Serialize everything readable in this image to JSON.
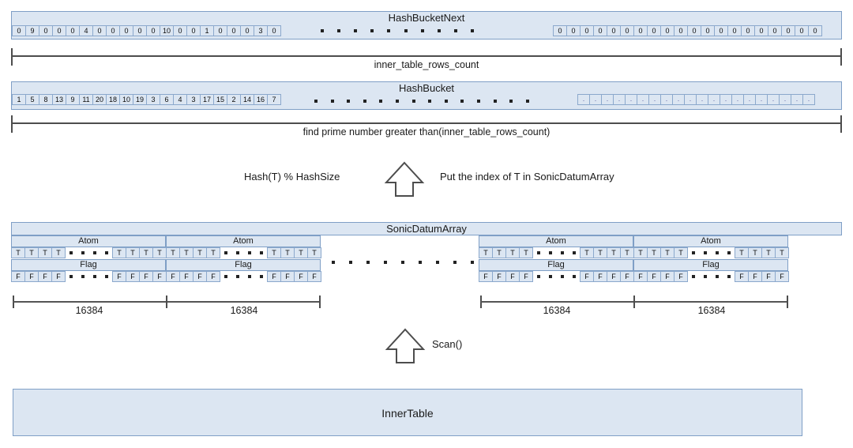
{
  "diagram": {
    "title": "SonicHash structure diagram",
    "accent_fill": "#dce6f2",
    "accent_border": "#7f9fc6",
    "line_color": "#4d4d4d"
  },
  "hash_bucket_next": {
    "label": "HashBucketNext",
    "left_values": [
      "0",
      "9",
      "0",
      "0",
      "0",
      "4",
      "0",
      "0",
      "0",
      "0",
      "0",
      "10",
      "0",
      "0",
      "1",
      "0",
      "0",
      "0",
      "3",
      "0"
    ],
    "right_values": [
      "0",
      "0",
      "0",
      "0",
      "0",
      "0",
      "0",
      "0",
      "0",
      "0",
      "0",
      "0",
      "0",
      "0",
      "0",
      "0",
      "0",
      "0",
      "0",
      "0"
    ],
    "gap_dots": 10,
    "dimension_caption": "inner_table_rows_count"
  },
  "hash_bucket": {
    "label": "HashBucket",
    "left_values": [
      "1",
      "5",
      "8",
      "13",
      "9",
      "11",
      "20",
      "18",
      "10",
      "19",
      "3",
      "6",
      "4",
      "3",
      "17",
      "15",
      "2",
      "14",
      "16",
      "7"
    ],
    "right_values": [
      ".",
      ".",
      ".",
      ".",
      ".",
      ".",
      ".",
      ".",
      ".",
      ".",
      ".",
      ".",
      ".",
      ".",
      ".",
      ".",
      ".",
      ".",
      ".",
      "."
    ],
    "gap_dots": 14,
    "dimension_caption": "find prime number greater than(inner_table_rows_count)"
  },
  "hash_step": {
    "left_text": "Hash(T) % HashSize",
    "right_text": "Put the index of T in SonicDatumArray",
    "arrow": "up-block-arrow"
  },
  "sonic_datum_array": {
    "label": "SonicDatumArray",
    "gap_dots": 9,
    "atom_label": "Atom",
    "flag_label": "Flag",
    "atom_cell_value": "T",
    "flag_cell_value": "F",
    "cells_per_side": 4,
    "inner_dots": 4,
    "size_label": "16384",
    "blocks": [
      {
        "atom_label": "Atom",
        "flag_label": "Flag",
        "size_label": "16384"
      },
      {
        "atom_label": "Atom",
        "flag_label": "Flag",
        "size_label": "16384"
      },
      {
        "atom_label": "Atom",
        "flag_label": "Flag",
        "size_label": "16384"
      },
      {
        "atom_label": "Atom",
        "flag_label": "Flag",
        "size_label": "16384"
      }
    ]
  },
  "scan_step": {
    "text": "Scan()",
    "arrow": "up-block-arrow"
  },
  "inner_table": {
    "label": "InnerTable"
  }
}
